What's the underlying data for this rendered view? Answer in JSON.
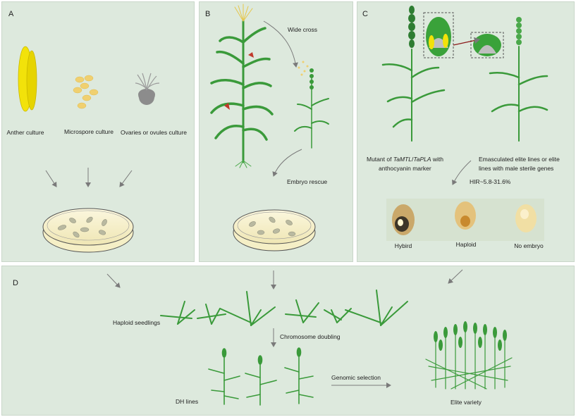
{
  "panels": {
    "A": {
      "letter": "A",
      "labels": [
        "Anther culture",
        "Microspore culture",
        "Ovaries or ovules culture"
      ]
    },
    "B": {
      "letter": "B",
      "wide_cross": "Wide cross",
      "embryo_rescue": "Embryo rescue"
    },
    "C": {
      "letter": "C",
      "mutant_line1_pre": "Mutant of ",
      "mutant_gene1": "TaMTL",
      "mutant_sep": "/",
      "mutant_gene2": "TaPLA",
      "mutant_line1_post": " with",
      "mutant_line2": "anthocyanin marker",
      "elite_line1": "Emasculated elite lines or elite",
      "elite_line2": "lines with male sterile genes",
      "hir": "HIR~5.8-31.6%",
      "seeds": [
        "Hybird",
        "Haploid",
        "No embryo"
      ]
    },
    "D": {
      "letter": "D",
      "haploid_seedlings": "Haploid seedlings",
      "chromosome_doubling": "Chromosome  doubling",
      "dh_lines": "DH lines",
      "genomic_selection": "Genomic selection",
      "elite_variety": "Elite variety"
    }
  },
  "colors": {
    "panel_bg": "#dde9dd",
    "plant_green": "#3a9a3a",
    "leaf_light": "#5cb85c",
    "anther_yellow": "#f2e20a",
    "pollen": "#f0d070",
    "arrow_grey": "#7a7a7a",
    "ovary_grey": "#8c8c8c",
    "dish": "#f5efc6"
  }
}
